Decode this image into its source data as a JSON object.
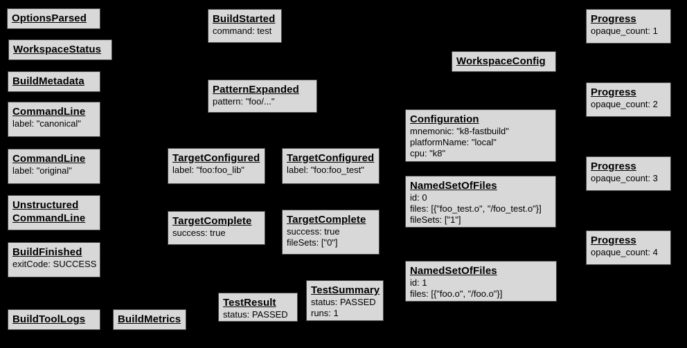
{
  "canvas": {
    "background_color": "#000000",
    "node_fill_color": "#d8d8d8",
    "node_border_color": "#4a4a4a"
  },
  "nodes": {
    "options_parsed": {
      "title": "OptionsParsed",
      "lines": []
    },
    "workspace_status": {
      "title": "WorkspaceStatus",
      "lines": []
    },
    "build_metadata": {
      "title": "BuildMetadata",
      "lines": []
    },
    "command_line_canonical": {
      "title": "CommandLine",
      "lines": [
        "label: \"canonical\""
      ]
    },
    "command_line_original": {
      "title": "CommandLine",
      "lines": [
        "label: \"original\""
      ]
    },
    "unstructured_command_line": {
      "title": "Unstructured CommandLine",
      "lines": []
    },
    "build_finished": {
      "title": "BuildFinished",
      "lines": [
        "exitCode: SUCCESS"
      ]
    },
    "build_tool_logs": {
      "title": "BuildToolLogs",
      "lines": []
    },
    "build_metrics": {
      "title": "BuildMetrics",
      "lines": []
    },
    "build_started": {
      "title": "BuildStarted",
      "lines": [
        "command: test"
      ]
    },
    "pattern_expanded": {
      "title": "PatternExpanded",
      "lines": [
        "pattern: \"foo/...\""
      ]
    },
    "target_configured_lib": {
      "title": "TargetConfigured",
      "lines": [
        "label: \"foo:foo_lib\""
      ]
    },
    "target_configured_test": {
      "title": "TargetConfigured",
      "lines": [
        "label: \"foo:foo_test\""
      ]
    },
    "target_complete_lib": {
      "title": "TargetComplete",
      "lines": [
        "success: true"
      ]
    },
    "target_complete_test": {
      "title": "TargetComplete",
      "lines": [
        "success: true",
        "fileSets: [\"0\"]"
      ]
    },
    "test_result": {
      "title": "TestResult",
      "lines": [
        "status: PASSED"
      ]
    },
    "test_summary": {
      "title": "TestSummary",
      "lines": [
        "status: PASSED",
        "runs: 1"
      ]
    },
    "workspace_config": {
      "title": "WorkspaceConfig",
      "lines": []
    },
    "configuration": {
      "title": "Configuration",
      "lines": [
        "mnemonic: \"k8-fastbuild\"",
        "platformName: \"local\"",
        "cpu: \"k8\""
      ]
    },
    "named_set_of_files_0": {
      "title": "NamedSetOfFiles",
      "lines": [
        "id: 0",
        "files: [{\"foo_test.o\", \"/foo_test.o\"}]",
        "fileSets: [\"1\"]"
      ]
    },
    "named_set_of_files_1": {
      "title": "NamedSetOfFiles",
      "lines": [
        "id: 1",
        "files: [{\"foo.o\", \"/foo.o\"}]"
      ]
    },
    "progress_1": {
      "title": "Progress",
      "lines": [
        "opaque_count: 1"
      ]
    },
    "progress_2": {
      "title": "Progress",
      "lines": [
        "opaque_count: 2"
      ]
    },
    "progress_3": {
      "title": "Progress",
      "lines": [
        "opaque_count: 3"
      ]
    },
    "progress_4": {
      "title": "Progress",
      "lines": [
        "opaque_count: 4"
      ]
    }
  }
}
